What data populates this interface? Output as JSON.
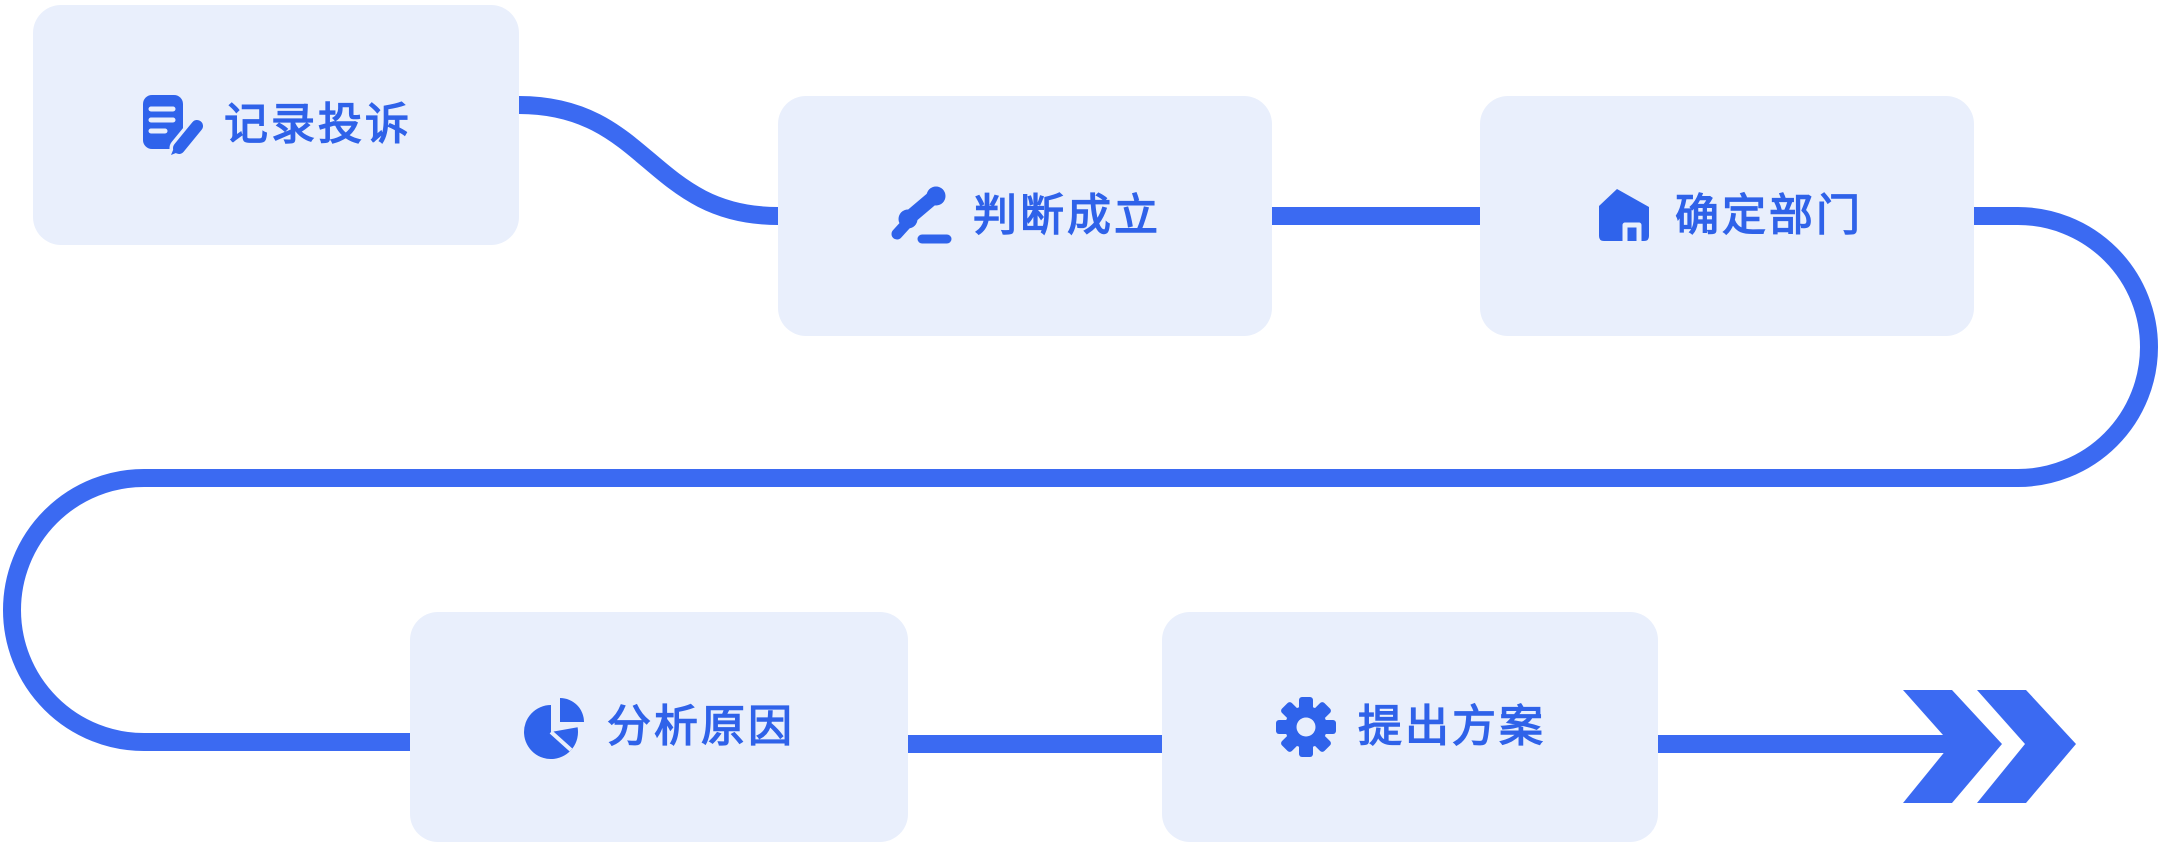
{
  "diagram": {
    "type": "flowchart",
    "description": "Complaint-handling process flow, two rows, ends with double chevron arrow",
    "direction": "row1 left-to-right, U-turn sweep down, row2 left-to-right"
  },
  "colors": {
    "line": "#3B6AF2",
    "accent": "#2F63EB",
    "text": "#2F62E9",
    "box_bg": "#E9EFFC",
    "canvas_bg": "#FFFFFF"
  },
  "steps": [
    {
      "order": 1,
      "label": "记录投诉",
      "icon": "document-pen-icon"
    },
    {
      "order": 2,
      "label": "判断成立",
      "icon": "gavel-icon"
    },
    {
      "order": 3,
      "label": "确定部门",
      "icon": "house-icon"
    },
    {
      "order": 4,
      "label": "分析原因",
      "icon": "pie-chart-icon"
    },
    {
      "order": 5,
      "label": "提出方案",
      "icon": "gear-icon"
    }
  ],
  "connectors": [
    {
      "from": 1,
      "to": 2,
      "shape": "s-curve"
    },
    {
      "from": 2,
      "to": 3,
      "shape": "straight"
    },
    {
      "from": 3,
      "to": 4,
      "shape": "u-turn-sweep"
    },
    {
      "from": 4,
      "to": 5,
      "shape": "straight"
    },
    {
      "from": 5,
      "to": "end",
      "shape": "straight"
    }
  ],
  "end_marker": "double-chevron-arrow"
}
